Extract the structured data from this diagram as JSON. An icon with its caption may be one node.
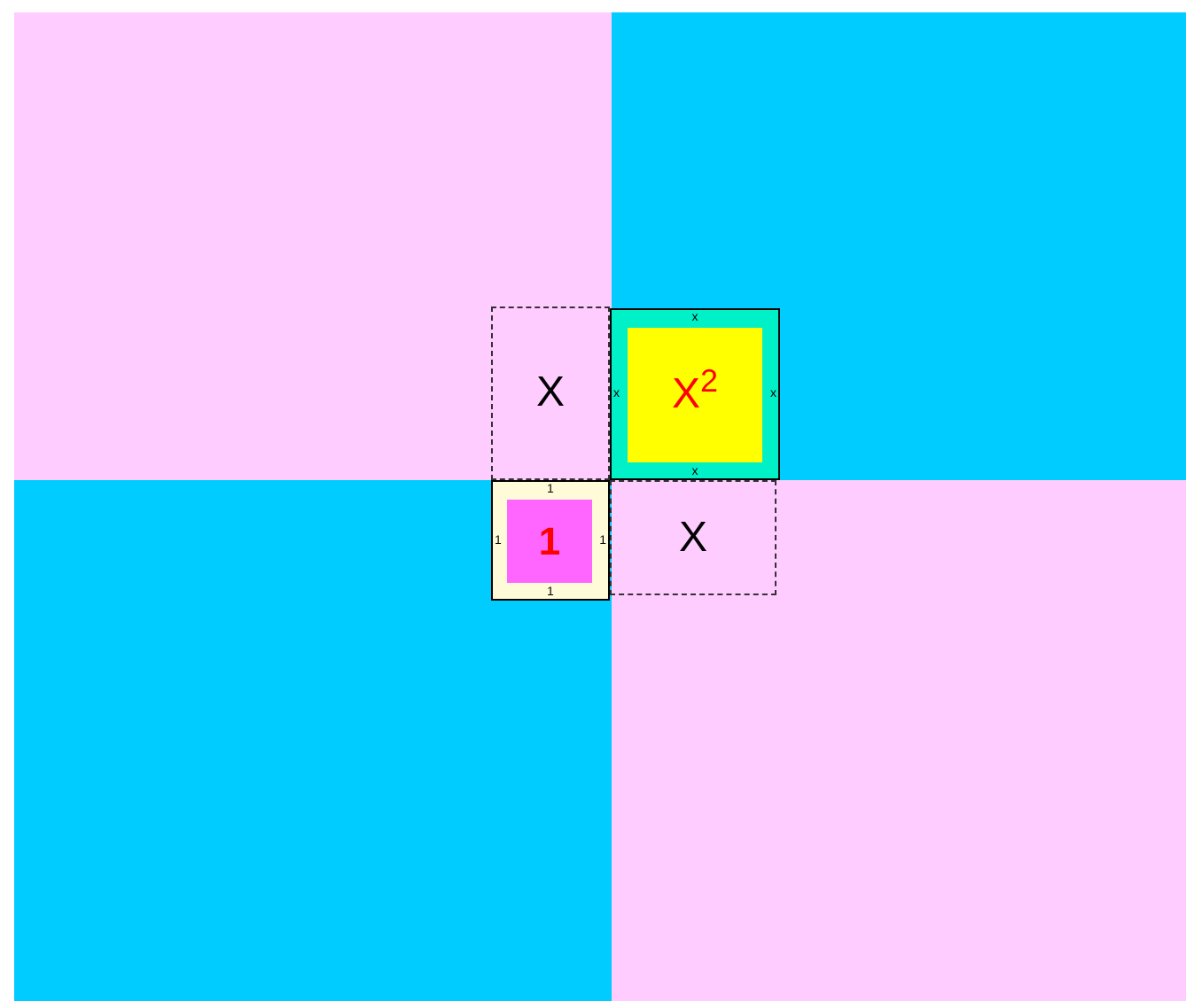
{
  "diagram": {
    "nodes": [
      {
        "text": [
          "X"
        ]
      },
      {
        "text": [
          "X$^{2}$"
        ],
        "beside": [
          "x",
          "x",
          "x",
          "x"
        ]
      },
      {
        "text": [
          "1"
        ],
        "beside": [
          "1",
          "1",
          "1",
          "1"
        ]
      },
      {
        "text": [
          "X"
        ]
      }
    ]
  }
}
